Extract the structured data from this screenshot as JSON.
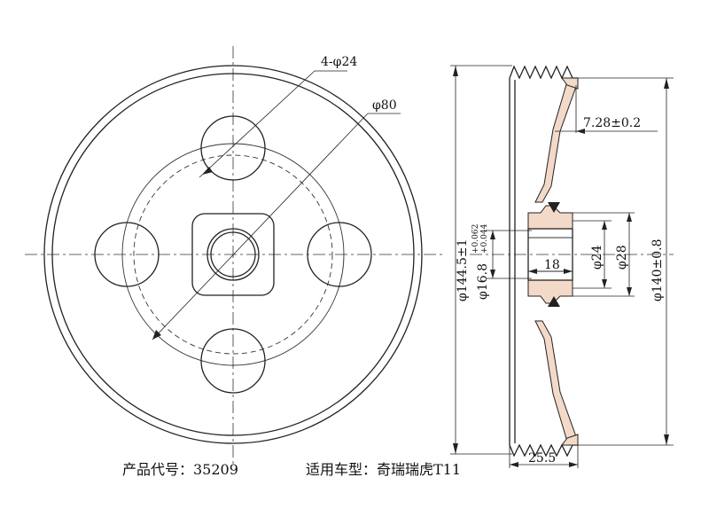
{
  "drawing": {
    "front_view": {
      "hole_pattern_label": "4-φ24",
      "pcd_label": "φ80"
    },
    "section_view": {
      "groove_depth_label": "7.28±0.2",
      "outer_diameter_label": "φ144.5±1",
      "bore_label": "φ16.8",
      "bore_tol_upper": "+0.062",
      "bore_tol_lower": "+0.044",
      "hub_length_label": "18",
      "hub_inner_label": "φ24",
      "hub_outer_label": "φ28",
      "pitch_diameter_label": "φ140±0.8",
      "width_label": "25.5"
    }
  },
  "caption": {
    "product_code": "产品代号：35209",
    "vehicle": "适用车型：奇瑞瑞虎T11"
  }
}
